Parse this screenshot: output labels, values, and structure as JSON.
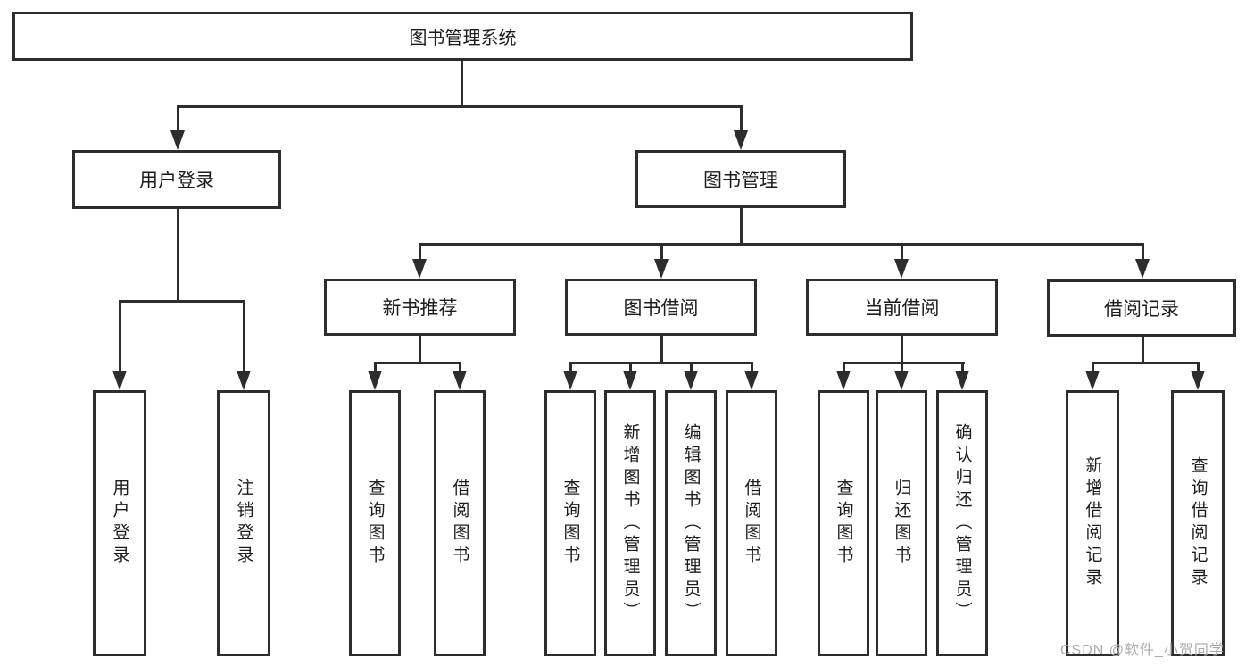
{
  "tree": {
    "label": "图书管理系统",
    "children": [
      {
        "label": "用户登录",
        "children": [
          {
            "label": "用户登录"
          },
          {
            "label": "注销登录"
          }
        ]
      },
      {
        "label": "图书管理",
        "children": [
          {
            "label": "新书推荐",
            "children": [
              {
                "label": "查询图书"
              },
              {
                "label": "借阅图书"
              }
            ]
          },
          {
            "label": "图书借阅",
            "children": [
              {
                "label": "查询图书"
              },
              {
                "label": "新增图书（管理员）"
              },
              {
                "label": "编辑图书（管理员）"
              },
              {
                "label": "借阅图书"
              }
            ]
          },
          {
            "label": "当前借阅",
            "children": [
              {
                "label": "查询图书"
              },
              {
                "label": "归还图书"
              },
              {
                "label": "确认归还（管理员）"
              }
            ]
          },
          {
            "label": "借阅记录",
            "children": [
              {
                "label": "新增借阅记录"
              },
              {
                "label": "查询借阅记录"
              }
            ]
          }
        ]
      }
    ]
  },
  "watermark": "CSDN @软件_小贺同学",
  "colors": {
    "line": "#2d2d2d",
    "box_border": "#2d2d2d",
    "box_fill": "#ffffff",
    "text": "#1c1c1c",
    "watermark": "#ababab",
    "background": "#ffffff"
  }
}
